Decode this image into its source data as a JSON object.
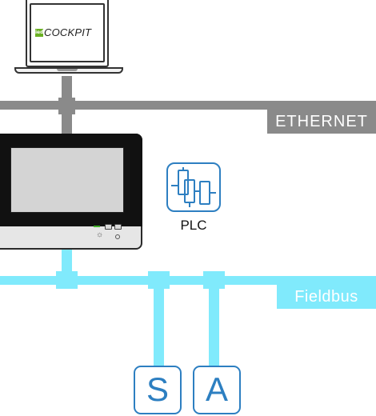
{
  "laptop": {
    "logo_mark": "ied",
    "logo_text": "COCKPIT"
  },
  "networks": {
    "ethernet": {
      "label": "ETHERNET",
      "color": "#8a8a8a"
    },
    "fieldbus": {
      "label": "Fieldbus",
      "color": "#80eafc"
    }
  },
  "plc": {
    "label": "PLC",
    "icon": "plc-icon"
  },
  "devices": [
    {
      "label": "S"
    },
    {
      "label": "A"
    }
  ],
  "colors": {
    "accent_blue": "#2d7fc1",
    "logo_green": "#6ab023"
  }
}
